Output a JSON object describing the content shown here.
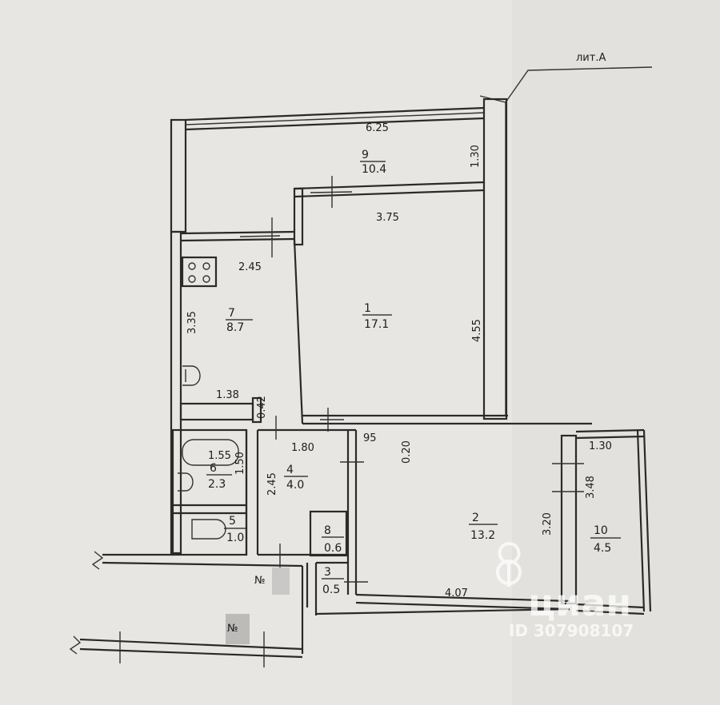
{
  "plan": {
    "building_label": "лит.А",
    "rooms": [
      {
        "id": "room-1",
        "number": "1",
        "area": "17.1"
      },
      {
        "id": "room-2",
        "number": "2",
        "area": "13.2"
      },
      {
        "id": "room-3",
        "number": "3",
        "area": "0.5"
      },
      {
        "id": "room-4",
        "number": "4",
        "area": "4.0"
      },
      {
        "id": "room-5",
        "number": "5",
        "area": "1.0"
      },
      {
        "id": "room-6",
        "number": "6",
        "area": "2.3"
      },
      {
        "id": "room-7",
        "number": "7",
        "area": "8.7"
      },
      {
        "id": "room-8",
        "number": "8",
        "area": "0.6"
      },
      {
        "id": "room-9",
        "number": "9",
        "area": "10.4"
      },
      {
        "id": "room-10",
        "number": "10",
        "area": "4.5"
      }
    ],
    "dimensions": {
      "d_6_25": "6.25",
      "d_1_30_top": "1.30",
      "d_3_75": "3.75",
      "d_4_55": "4.55",
      "d_2_45_kitchen": "2.45",
      "d_3_35": "3.35",
      "d_1_38": "1.38",
      "d_0_42": "0.42",
      "d_1_80": "1.80",
      "d_95": "95",
      "d_0_20": "0.20",
      "d_1_30_balcony": "1.30",
      "d_3_48": "3.48",
      "d_3_20": "3.20",
      "d_4_07": "4.07",
      "d_1_55": "1.55",
      "d_1_50": "1.50",
      "d_2_45_hall": "2.45"
    },
    "marks": {
      "entry_mark_1": "№",
      "entry_mark_2": "№"
    }
  },
  "watermark": {
    "brand": "циан",
    "listing_id": "ID 307908107"
  }
}
